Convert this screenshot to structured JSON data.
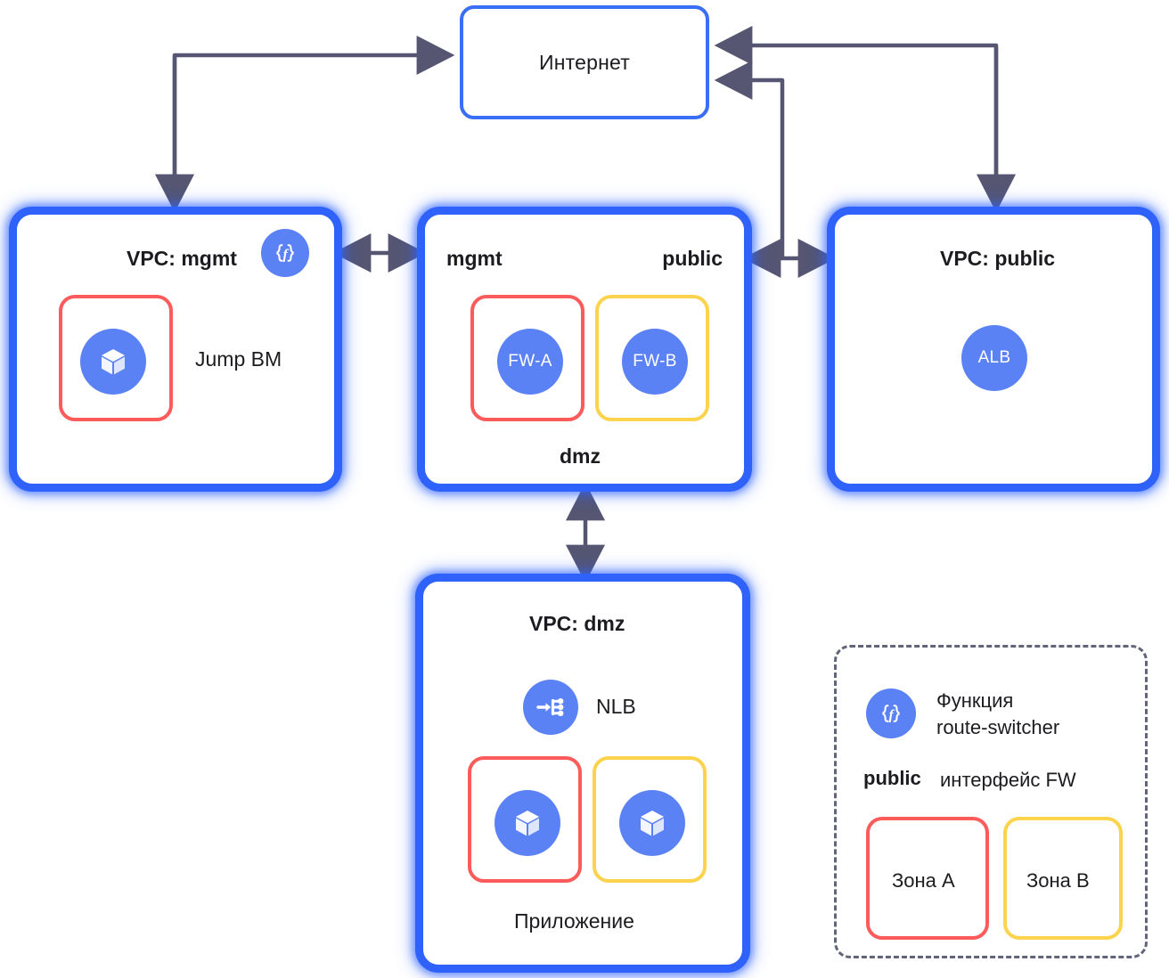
{
  "diagram": {
    "title": "Cloud network architecture with firewall DMZ",
    "colors": {
      "vpc_border": "#2f62fb",
      "internet_border": "#3b6ef6",
      "zone_a": "#fb5b5b",
      "zone_b": "#fbd34d",
      "icon_circle": "#5b82f5",
      "connector": "#565673",
      "legend_border": "#62657a",
      "text": "#1c1c20"
    },
    "internet": {
      "label": "Интернет"
    },
    "vpc_mgmt": {
      "title": "VPC: mgmt",
      "function_icon": "function-braces-icon",
      "zone": {
        "type": "zone-a",
        "icon": "compute-cube-icon"
      },
      "node_label": "Jump BM"
    },
    "vpc_firewall": {
      "subnet_left": "mgmt",
      "subnet_right": "public",
      "subnet_bottom": "dmz",
      "zones": [
        {
          "type": "zone-a",
          "label": "FW-A",
          "icon": "firewall-circle-icon"
        },
        {
          "type": "zone-b",
          "label": "FW-B",
          "icon": "firewall-circle-icon"
        }
      ]
    },
    "vpc_public": {
      "title": "VPC: public",
      "node_label": "ALB"
    },
    "vpc_dmz": {
      "title": "VPC: dmz",
      "nlb_icon": "network-load-balancer-icon",
      "nlb_label": "NLB",
      "zones": [
        {
          "type": "zone-a",
          "icon": "compute-cube-icon"
        },
        {
          "type": "zone-b",
          "icon": "compute-cube-icon"
        }
      ],
      "caption": "Приложение"
    },
    "legend": {
      "function_icon": "function-braces-icon",
      "function_line1": "Функция",
      "function_line2": "route-switcher",
      "interface_bold": "public",
      "interface_rest": "интерфейс FW",
      "zone_a_label": "Зона A",
      "zone_b_label": "Зона B"
    }
  }
}
